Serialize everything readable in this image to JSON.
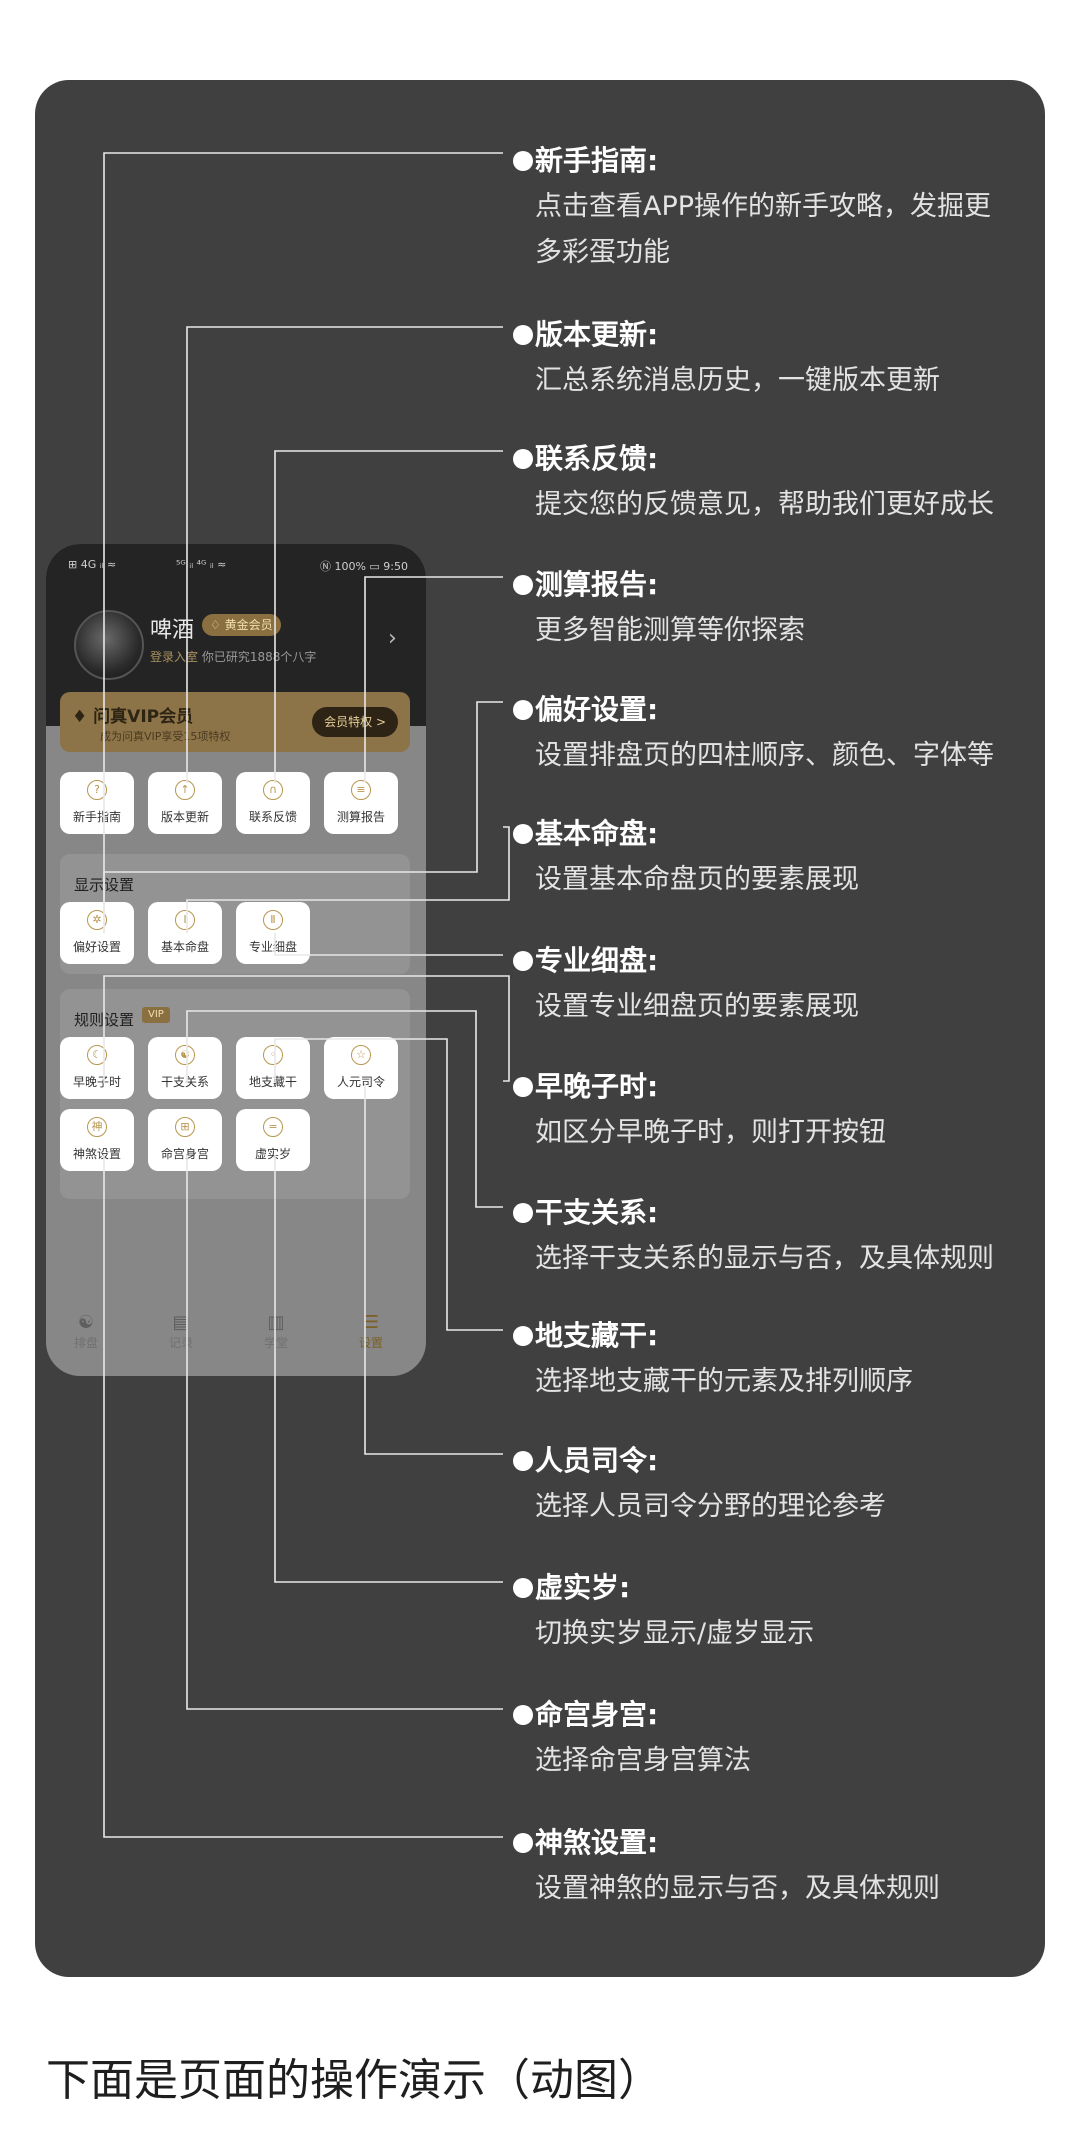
{
  "annotations": [
    {
      "title": "新手指南:",
      "desc": [
        "点击查看APP操作的新手攻略，发掘更",
        "多彩蛋功能"
      ]
    },
    {
      "title": "版本更新:",
      "desc": [
        "汇总系统消息历史，一键版本更新"
      ]
    },
    {
      "title": "联系反馈:",
      "desc": [
        "提交您的反馈意见，帮助我们更好成长"
      ]
    },
    {
      "title": "测算报告:",
      "desc": [
        "更多智能测算等你探索"
      ]
    },
    {
      "title": "偏好设置:",
      "desc": [
        "设置排盘页的四柱顺序、颜色、字体等"
      ]
    },
    {
      "title": "基本命盘:",
      "desc": [
        "设置基本命盘页的要素展现"
      ]
    },
    {
      "title": "专业细盘:",
      "desc": [
        "设置专业细盘页的要素展现"
      ]
    },
    {
      "title": "早晚子时:",
      "desc": [
        "如区分早晚子时，则打开按钮"
      ]
    },
    {
      "title": "干支关系:",
      "desc": [
        "选择干支关系的显示与否，及具体规则"
      ]
    },
    {
      "title": "地支藏干:",
      "desc": [
        "选择地支藏干的元素及排列顺序"
      ]
    },
    {
      "title": "人员司令:",
      "desc": [
        "选择人员司令分野的理论参考"
      ]
    },
    {
      "title": "虚实岁:",
      "desc": [
        "切换实岁显示/虚岁显示"
      ]
    },
    {
      "title": "命宫身宫:",
      "desc": [
        "选择命宫身宫算法"
      ]
    },
    {
      "title": "神煞设置:",
      "desc": [
        "设置神煞的显示与否，及具体规则"
      ]
    }
  ],
  "phone": {
    "status_left": "⊞ 4G ᵢₗ ≈",
    "status_mid": "⁵ᴳ ᵢₗ ⁴ᴳ ᵢₗ ≈",
    "status_right": "Ⓝ 100% ▭ 9:50",
    "user": {
      "name": "啤酒",
      "badge": "黄金会员",
      "login": "登录入室",
      "sub": "你已研究1888个八字"
    },
    "vip": {
      "title": "问真VIP会员",
      "sub": "成为问真VIP享受15项特权",
      "button": "会员特权 >"
    },
    "top_tiles": [
      {
        "label": "新手指南",
        "icon": "question-icon",
        "glyph": "?"
      },
      {
        "label": "版本更新",
        "icon": "update-arrow-icon",
        "glyph": "↑"
      },
      {
        "label": "联系反馈",
        "icon": "headset-icon",
        "glyph": "∩"
      },
      {
        "label": "测算报告",
        "icon": "report-icon",
        "glyph": "≡"
      }
    ],
    "display_section": "显示设置",
    "display_tiles": [
      {
        "label": "偏好设置",
        "icon": "gear-icon",
        "glyph": "✲"
      },
      {
        "label": "基本命盘",
        "icon": "chart-i-icon",
        "glyph": "Ⅰ"
      },
      {
        "label": "专业细盘",
        "icon": "chart-ii-icon",
        "glyph": "Ⅱ"
      }
    ],
    "rules_section": "规则设置",
    "vip_tag": "VIP",
    "rule_tiles": [
      {
        "label": "早晚子时",
        "icon": "moon-icon",
        "glyph": "☾"
      },
      {
        "label": "干支关系",
        "icon": "yin-yang-icon",
        "glyph": "☯"
      },
      {
        "label": "地支藏干",
        "icon": "circle-dot-icon",
        "glyph": "◦"
      },
      {
        "label": "人元司令",
        "icon": "star-icon",
        "glyph": "☆"
      },
      {
        "label": "神煞设置",
        "icon": "shen-icon",
        "glyph": "神"
      },
      {
        "label": "命宫身宫",
        "icon": "grid-icon",
        "glyph": "⊞"
      },
      {
        "label": "虚实岁",
        "icon": "equal-icon",
        "glyph": "="
      }
    ],
    "tabs": [
      {
        "label": "排盘",
        "icon": "taiji-icon",
        "glyph": "☯"
      },
      {
        "label": "记录",
        "icon": "notebook-icon",
        "glyph": "▤"
      },
      {
        "label": "学堂",
        "icon": "book-icon",
        "glyph": "▥"
      },
      {
        "label": "设置",
        "icon": "sliders-icon",
        "glyph": "☰",
        "active": true
      }
    ]
  },
  "footer": "下面是页面的操作演示（动图）"
}
